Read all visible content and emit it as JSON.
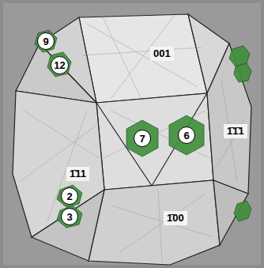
{
  "diagram": {
    "nodes": [
      {
        "text": [
          "9"
        ]
      },
      {
        "text": [
          "12"
        ]
      },
      {
        "text": [
          "7"
        ]
      },
      {
        "text": [
          "6"
        ]
      },
      {
        "text": [
          "2"
        ]
      },
      {
        "text": [
          "3"
        ]
      }
    ],
    "labels": [
      "001",
      "1̄11",
      "1̄1̄1",
      "1̄00"
    ]
  }
}
